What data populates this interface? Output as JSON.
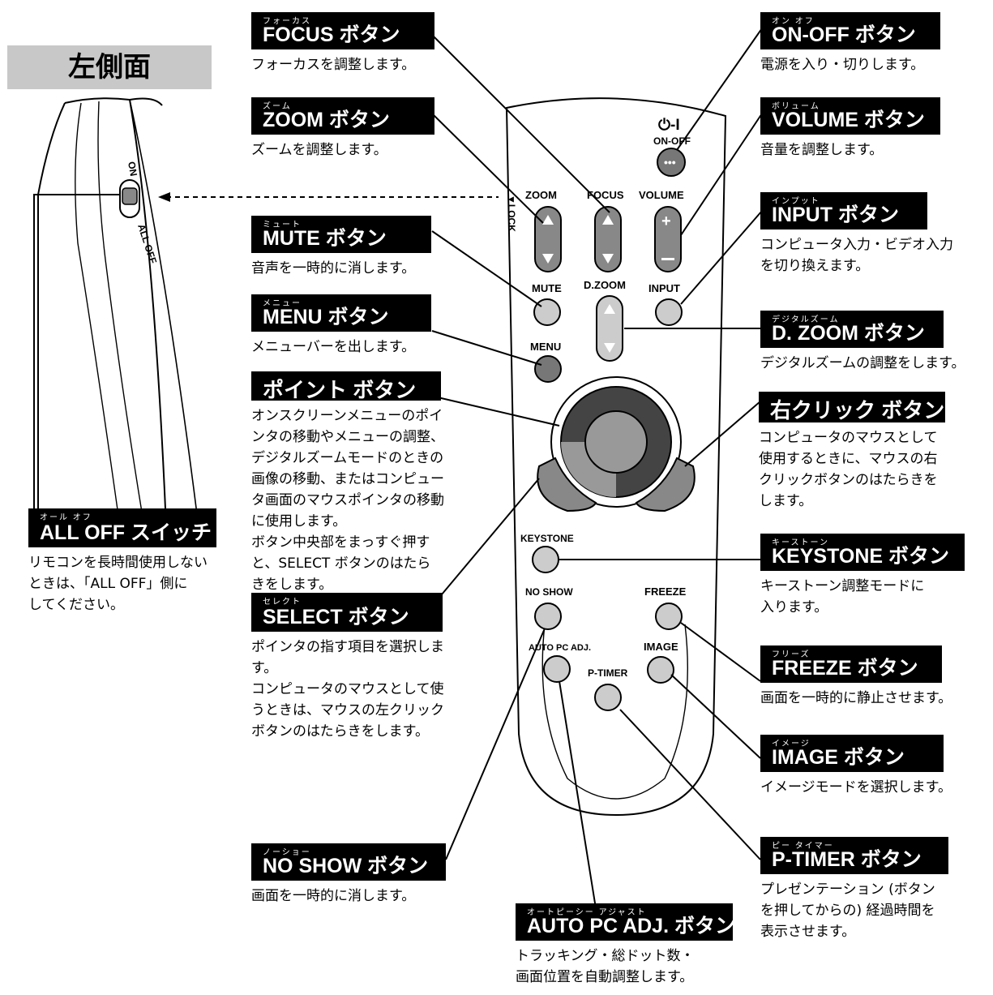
{
  "side_panel": {
    "title": "左側面",
    "switch_on": "ON",
    "switch_off": "ALL OFF"
  },
  "remote": {
    "power_symbol": "⏻-I",
    "labels": {
      "on_off": "ON-OFF",
      "zoom": "ZOOM",
      "focus": "FOCUS",
      "volume": "VOLUME",
      "lock": "▼LOCK",
      "mute": "MUTE",
      "dzoom": "D.ZOOM",
      "input": "INPUT",
      "menu": "MENU",
      "keystone": "KEYSTONE",
      "no_show": "NO SHOW",
      "freeze": "FREEZE",
      "auto_pc": "AUTO PC ADJ.",
      "image": "IMAGE",
      "p_timer": "P-TIMER"
    }
  },
  "callouts": {
    "focus": {
      "ruby": "フォーカス",
      "title": "FOCUS ボタン",
      "desc": "フォーカスを調整します。"
    },
    "zoom": {
      "ruby": "ズーム",
      "title": "ZOOM ボタン",
      "desc": "ズームを調整します。"
    },
    "mute": {
      "ruby": "ミュート",
      "title": "MUTE ボタン",
      "desc": "音声を一時的に消します。"
    },
    "menu": {
      "ruby": "メニュー",
      "title": "MENU ボタン",
      "desc": "メニューバーを出します。"
    },
    "point": {
      "title": "ポイント ボタン",
      "desc": "オンスクリーンメニューのポイ\nンタの移動やメニューの調整、\nデジタルズームモードのときの\n画像の移動、またはコンピュー\nタ画面のマウスポインタの移動\nに使用します。\nボタン中央部をまっすぐ押す\nと、SELECT ボタンのはたら\nきをします。"
    },
    "select": {
      "ruby": "セレクト",
      "title": "SELECT ボタン",
      "desc": "ポインタの指す項目を選択しま\nす。\nコンピュータのマウスとして使\nうときは、マウスの左クリック\nボタンのはたらきをします。"
    },
    "no_show": {
      "ruby": "ノーショー",
      "title": "NO SHOW ボタン",
      "desc": "画面を一時的に消します。"
    },
    "all_off": {
      "ruby": "オール オフ",
      "title": "ALL OFF スイッチ",
      "desc": "リモコンを長時間使用しない\nときは、「ALL OFF」側に\nしてください。"
    },
    "on_off": {
      "ruby": "オン オフ",
      "title": "ON-OFF ボタン",
      "desc": "電源を入り・切りします。"
    },
    "volume": {
      "ruby": "ボリューム",
      "title": "VOLUME ボタン",
      "desc": "音量を調整します。"
    },
    "input": {
      "ruby": "インプット",
      "title": "INPUT ボタン",
      "desc": "コンピュータ入力・ビデオ入力\nを切り換えます。"
    },
    "dzoom": {
      "ruby": "デジタルズーム",
      "title": "D. ZOOM ボタン",
      "desc": "デジタルズームの調整をします。"
    },
    "right_click": {
      "title": "右クリック ボタン",
      "desc": "コンピュータのマウスとして\n使用するときに、マウスの右\nクリックボタンのはたらきを\nします。"
    },
    "keystone": {
      "ruby": "キーストーン",
      "title": "KEYSTONE ボタン",
      "desc": "キーストーン調整モードに\n入ります。"
    },
    "freeze": {
      "ruby": "フリーズ",
      "title": "FREEZE ボタン",
      "desc": "画面を一時的に静止させます。"
    },
    "image": {
      "ruby": "イメージ",
      "title": "IMAGE ボタン",
      "desc": "イメージモードを選択します。"
    },
    "p_timer": {
      "ruby": "ピー タイマー",
      "title": "P-TIMER ボタン",
      "desc": "プレゼンテーション (ボタン\nを押してからの) 経過時間を\n表示させます。"
    },
    "auto_pc": {
      "ruby": "オートピーシー アジャスト",
      "title": "AUTO PC ADJ. ボタン",
      "desc": "トラッキング・総ドット数・\n画面位置を自動調整します。"
    }
  }
}
